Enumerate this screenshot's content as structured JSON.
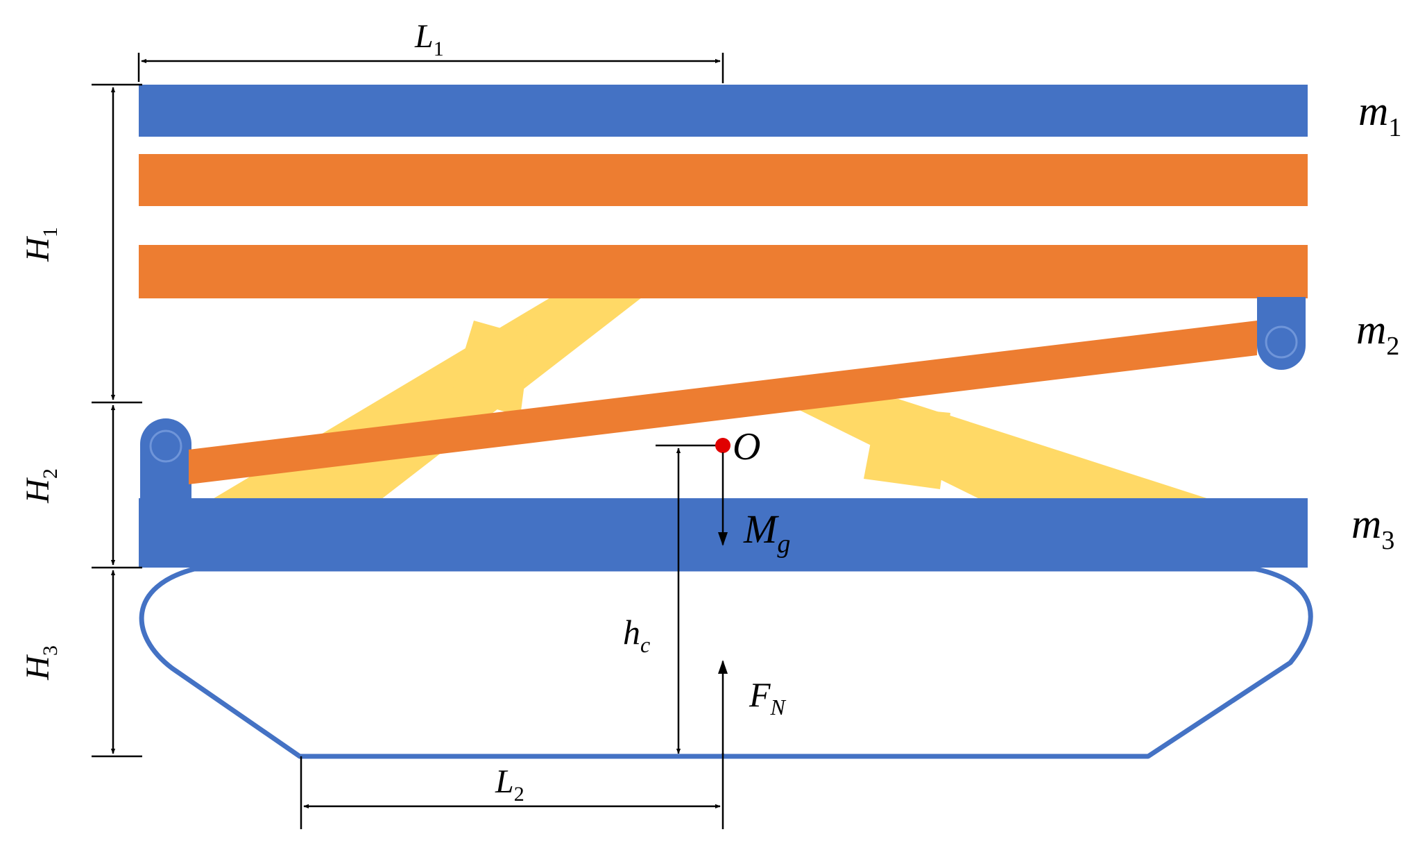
{
  "colors": {
    "blue": "#4472c4",
    "orange": "#ed7d31",
    "yellow": "#ffd966",
    "red": "#e00000",
    "line": "#000000"
  },
  "labels": {
    "L1": {
      "main": "L",
      "sub": "1"
    },
    "L2": {
      "main": "L",
      "sub": "2"
    },
    "H1": {
      "main": "H",
      "sub": "1"
    },
    "H2": {
      "main": "H",
      "sub": "2"
    },
    "H3": {
      "main": "H",
      "sub": "3"
    },
    "m1": {
      "main": "m",
      "sub": "1"
    },
    "m2": {
      "main": "m",
      "sub": "2"
    },
    "m3": {
      "main": "m",
      "sub": "3"
    },
    "O": {
      "main": "O"
    },
    "Mg": {
      "main": "M",
      "sub": "g"
    },
    "hc": {
      "main": "h",
      "sub": "c"
    },
    "FN": {
      "main": "F",
      "sub": "N"
    }
  }
}
